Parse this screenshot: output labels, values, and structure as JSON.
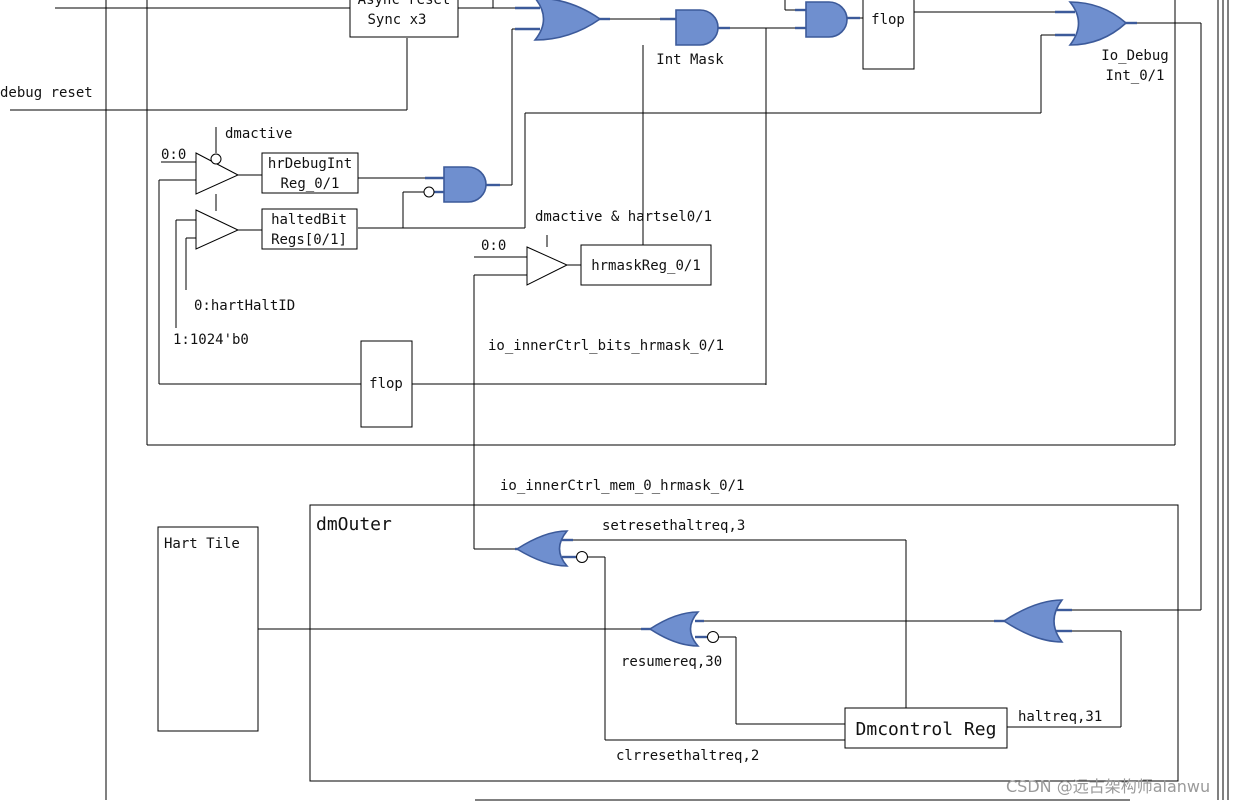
{
  "blocks": {
    "async_reset_sync": [
      "Async reset",
      "Sync x3"
    ],
    "int_mask": "Int Mask",
    "flop_top": "flop",
    "io_debug_int": [
      "Io_Debug",
      "Int_0/1"
    ],
    "hr_debug_int_reg": [
      "hrDebugInt",
      "Reg_0/1"
    ],
    "halted_bit_regs": [
      "haltedBit",
      "Regs[0/1]"
    ],
    "hrmask_reg": "hrmaskReg_0/1",
    "flop_mid": "flop",
    "hart_tile": "Hart Tile",
    "dm_outer": "dmOuter",
    "dmcontrol_reg": "Dmcontrol Reg"
  },
  "signals": {
    "debug_reset": "debug reset",
    "dmactive": "dmactive",
    "zero_sel_1": "0:0",
    "zero_sel_2": "0:0",
    "dmactive_hartsel": "dmactive & hartsel0/1",
    "hart_halt_id": "0:hartHaltID",
    "zero_fill": "1:1024'b0",
    "io_inner_ctrl_bits_hrmask": "io_innerCtrl_bits_hrmask_0/1",
    "io_inner_ctrl_mem_hrmask": "io_innerCtrl_mem_0_hrmask_0/1",
    "set_reset_halt_req": "setresethaltreq,3",
    "resume_req": "resumereq,30",
    "halt_req": "haltreq,31",
    "clr_reset_halt_req": "clrresethaltreq,2"
  },
  "watermark": "CSDN @远古架构师alanwu",
  "colors": {
    "gate_fill": "#6f8fcf",
    "gate_stroke": "#3c5a9a",
    "wire": "#000000"
  }
}
